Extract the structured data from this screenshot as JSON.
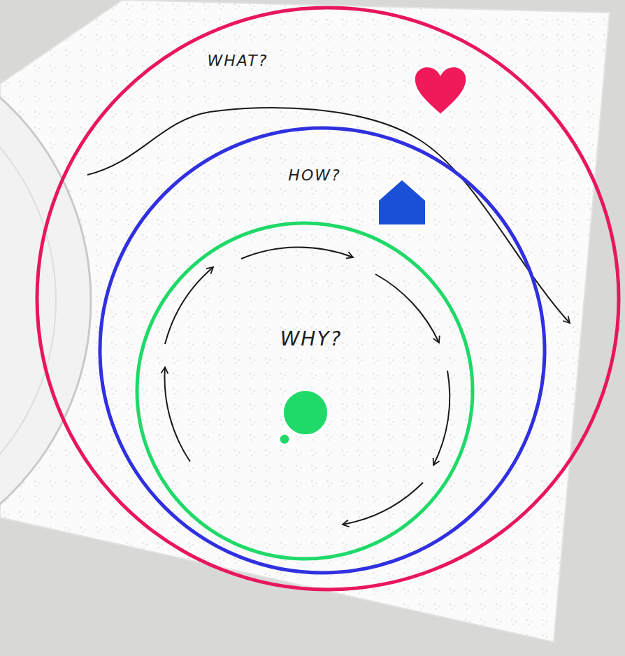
{
  "diagram": {
    "nodes": [
      {
        "text": [
          "WHAT?"
        ]
      },
      {
        "text": [
          "HOW?"
        ],
        "in": 0
      },
      {
        "text": [
          "WHY?"
        ],
        "in": 1
      }
    ]
  }
}
